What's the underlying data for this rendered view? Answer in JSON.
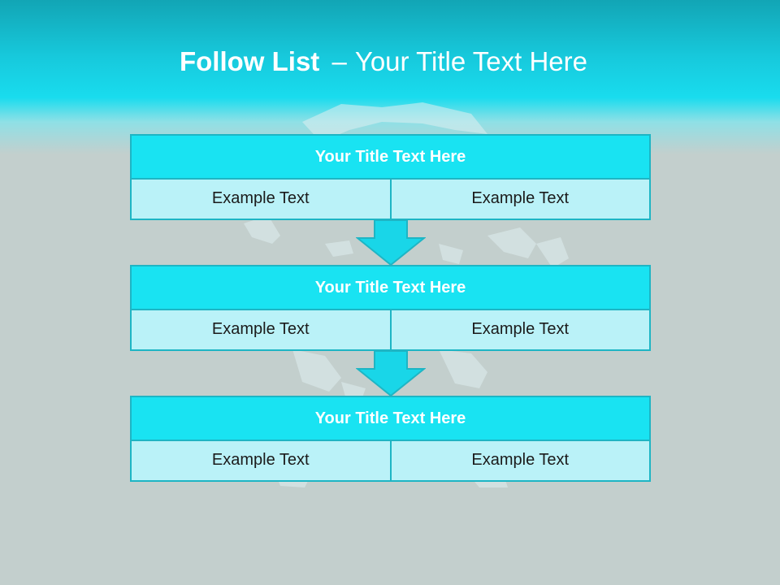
{
  "slide": {
    "title_bold": "Follow List",
    "title_sep": "–",
    "title_rest": "Your Title Text Here"
  },
  "blocks": [
    {
      "title": "Your Title Text Here",
      "left": "Example Text",
      "right": "Example Text"
    },
    {
      "title": "Your Title Text Here",
      "left": "Example Text",
      "right": "Example Text"
    },
    {
      "title": "Your Title Text Here",
      "left": "Example Text",
      "right": "Example Text"
    }
  ],
  "colors": {
    "title_fill": "#19e3f2",
    "cell_fill": "#baf2f8",
    "border": "#1eb5c4",
    "background": "#c3cfcd",
    "arrow_fill": "#19d6e8"
  },
  "icons": {
    "connector": "down-arrow-icon"
  }
}
